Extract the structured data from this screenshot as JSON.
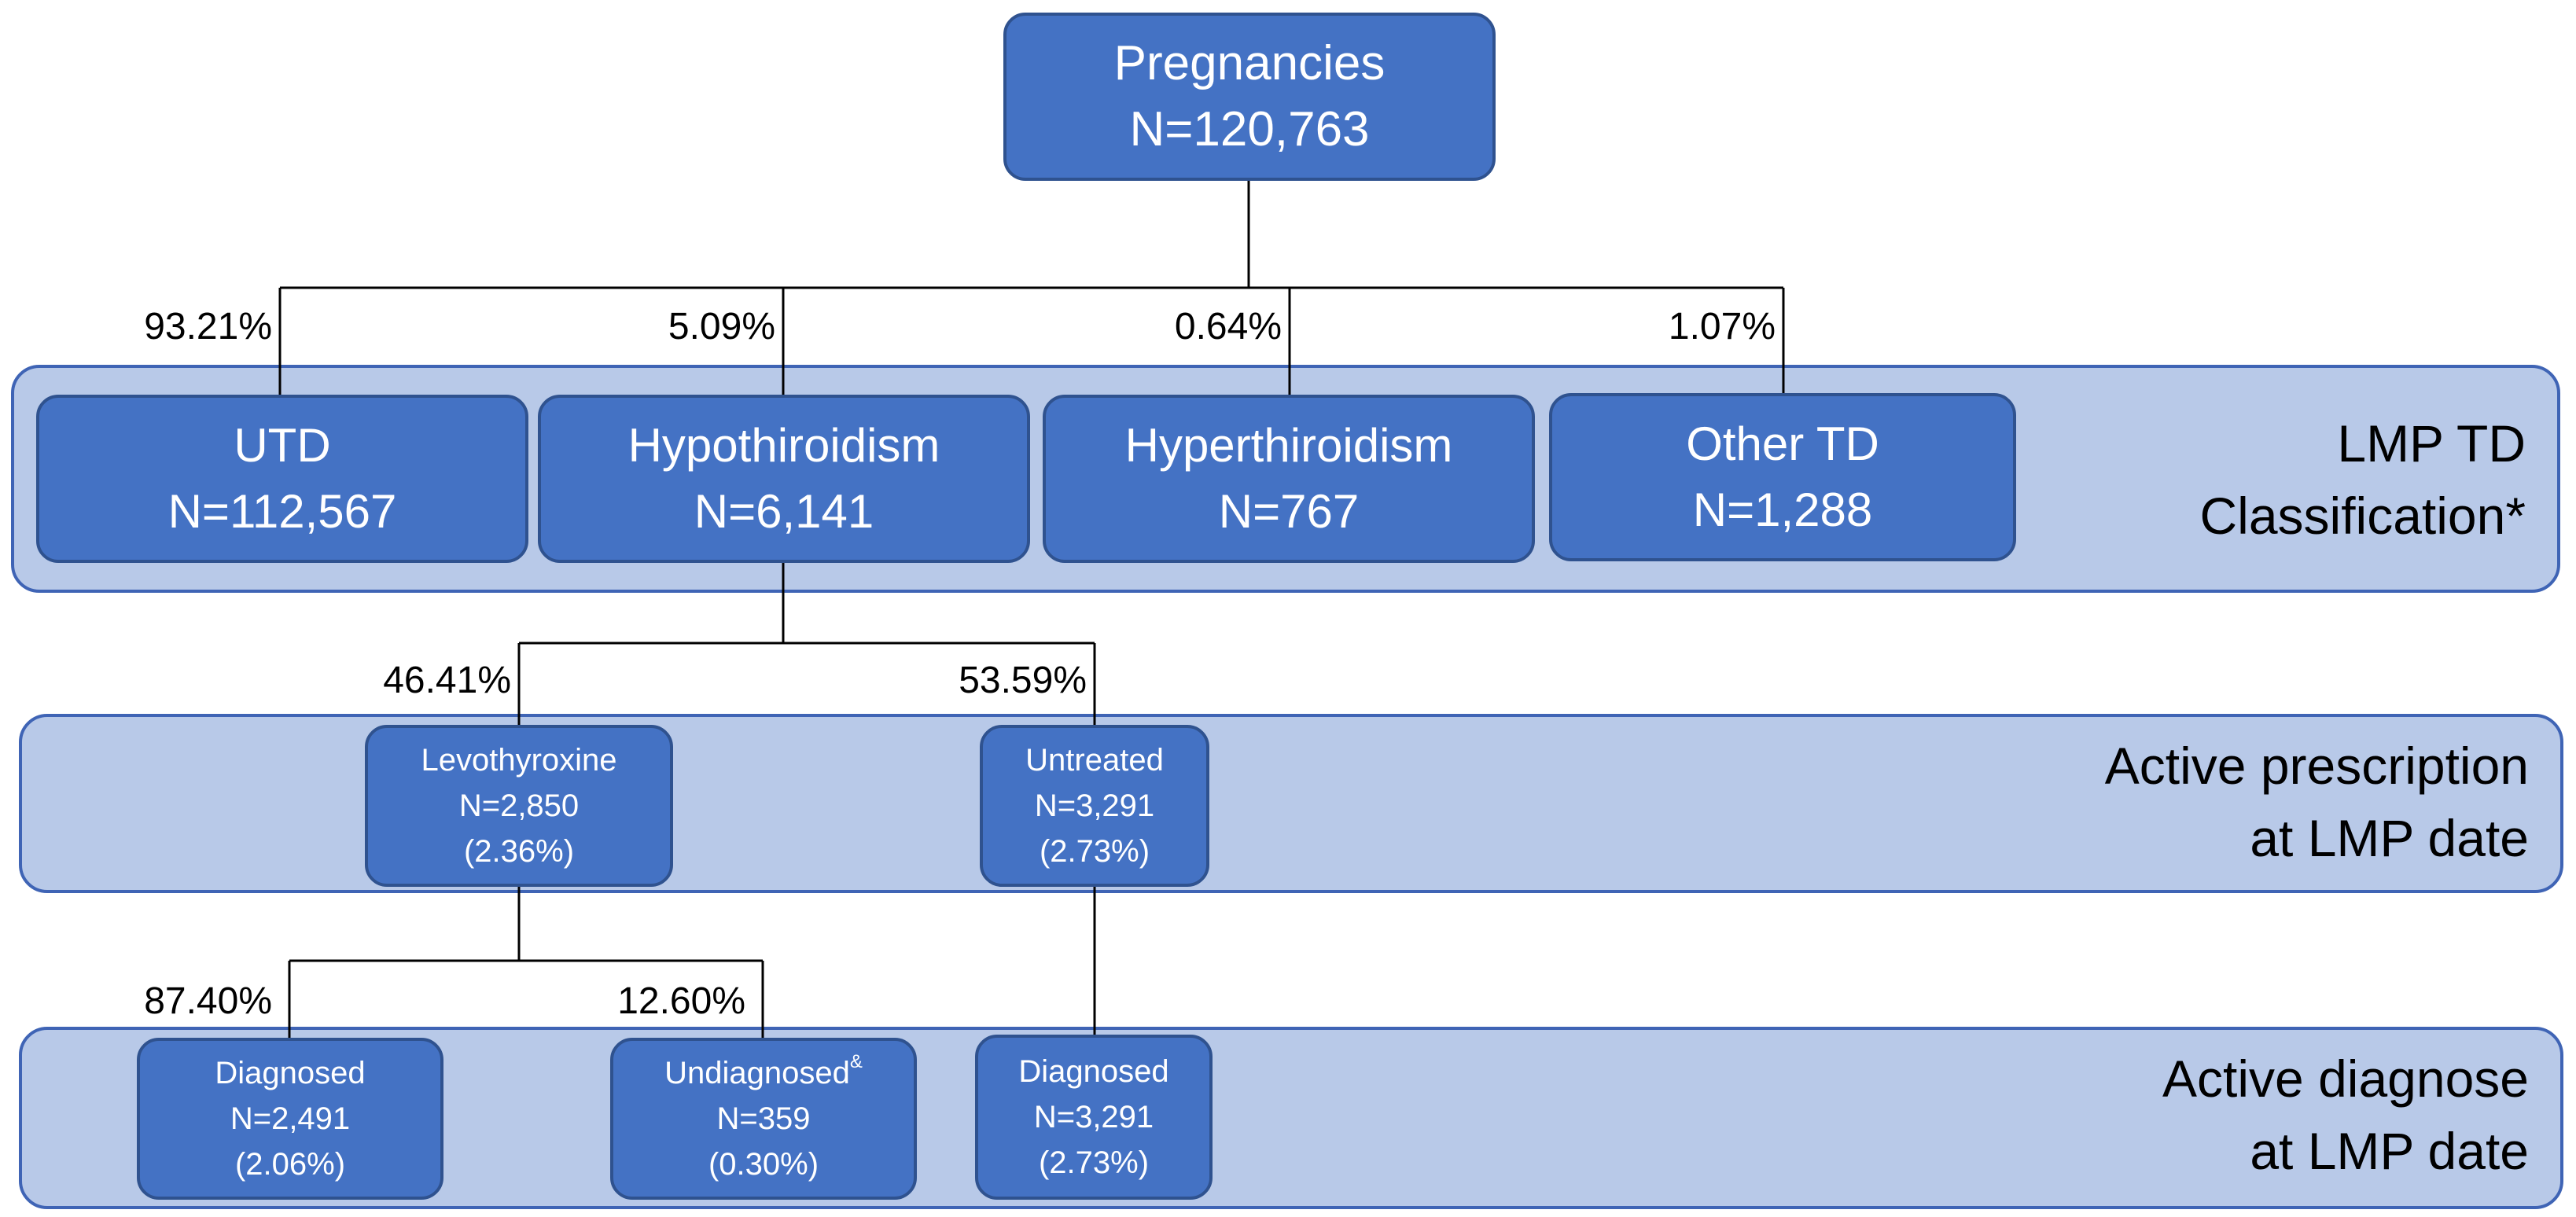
{
  "root": {
    "title": "Pregnancies",
    "count": "N=120,763"
  },
  "bands": {
    "lmp": {
      "line1": "LMP TD",
      "line2": "Classification*"
    },
    "prescription": {
      "line1": "Active prescription",
      "line2": "at LMP date"
    },
    "diagnose": {
      "line1": "Active diagnose",
      "line2": "at LMP date"
    }
  },
  "classification": [
    {
      "label": "UTD",
      "count": "N=112,567",
      "pct": "93.21%"
    },
    {
      "label": "Hypothiroidism",
      "count": "N=6,141",
      "pct": "5.09%"
    },
    {
      "label": "Hyperthiroidism",
      "count": "N=767",
      "pct": "0.64%"
    },
    {
      "label": "Other TD",
      "count": "N=1,288",
      "pct": "1.07%"
    }
  ],
  "prescription": [
    {
      "label": "Levothyroxine",
      "count": "N=2,850",
      "share": "(2.36%)",
      "pct": "46.41%"
    },
    {
      "label": "Untreated",
      "count": "N=3,291",
      "share": "(2.73%)",
      "pct": "53.59%"
    }
  ],
  "diagnosis": [
    {
      "label": "Diagnosed",
      "count": "N=2,491",
      "share": "(2.06%)",
      "pct": "87.40%"
    },
    {
      "label": "Undiagnosed",
      "mark": "&",
      "count": "N=359",
      "share": "(0.30%)",
      "pct": "12.60%"
    },
    {
      "label": "Diagnosed",
      "count": "N=3,291",
      "share": "(2.73%)"
    }
  ]
}
